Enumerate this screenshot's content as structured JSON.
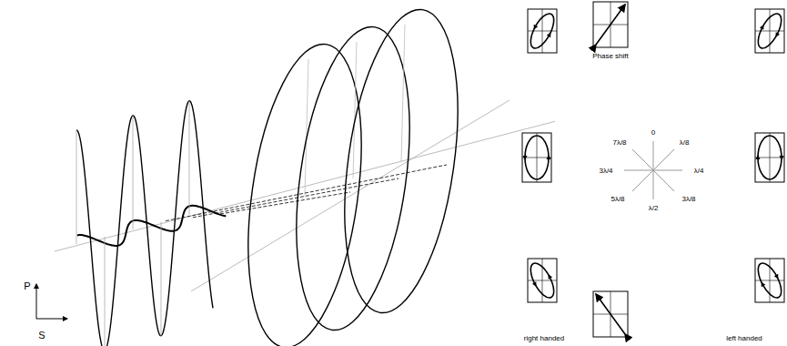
{
  "diagram": {
    "labels": [
      "P",
      "S",
      "Phase shift",
      "0",
      "λ/8",
      "λ/4",
      "3λ/8",
      "λ/2",
      "5λ/8",
      "3λ/4",
      "7λ/8",
      "right handed",
      "left handed"
    ]
  }
}
